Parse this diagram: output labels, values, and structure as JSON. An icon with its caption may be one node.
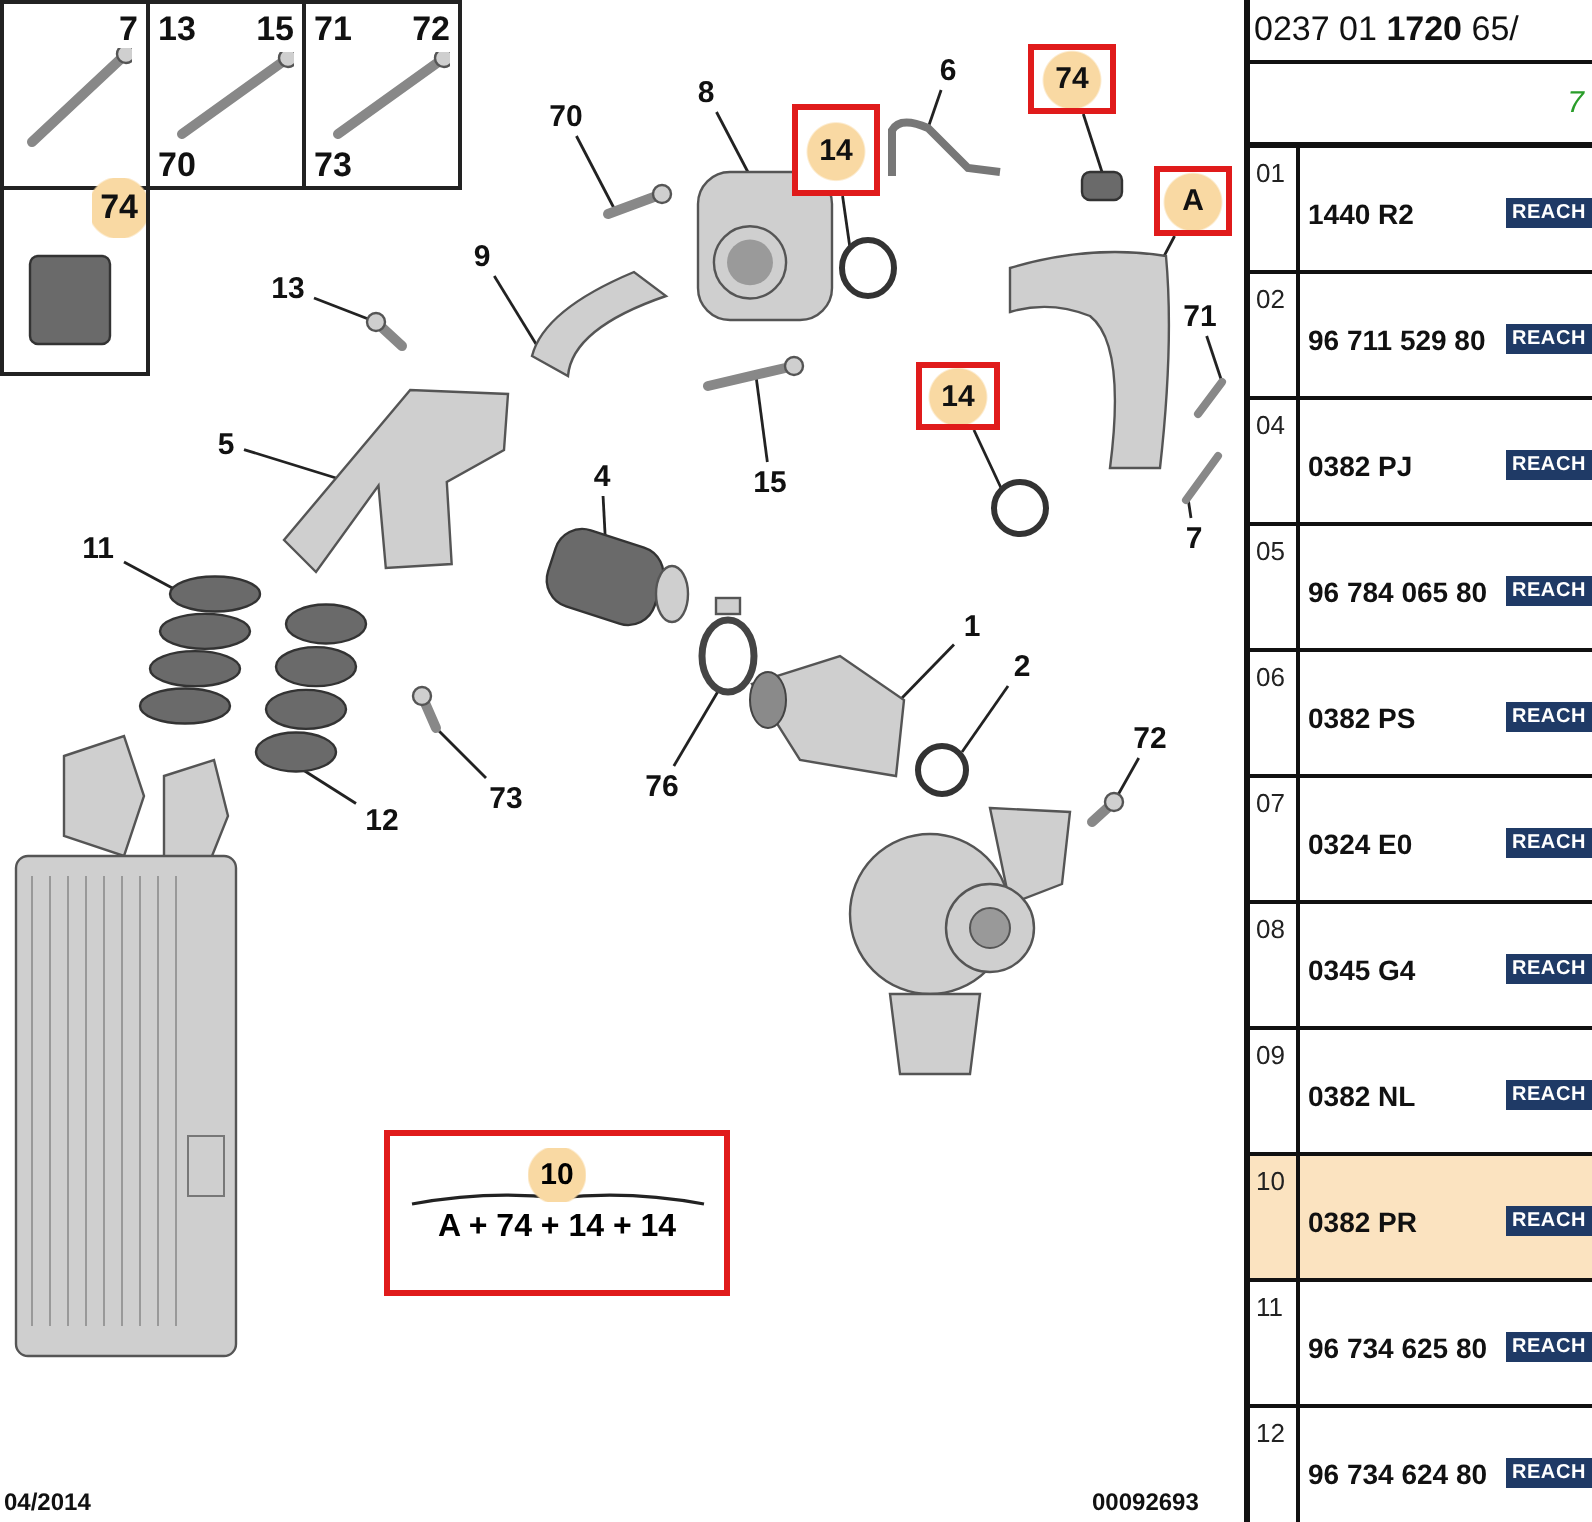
{
  "diagram": {
    "nodes": [
      {
        "text": [
          "7"
        ]
      },
      {
        "text": [
          "13",
          "15",
          "70"
        ]
      },
      {
        "text": [
          "71",
          "72",
          "73"
        ]
      },
      {
        "text": [
          "74"
        ]
      },
      {
        "text": [
          "70"
        ]
      },
      {
        "text": [],
        "shape": "picture"
      },
      {
        "text": [
          "8"
        ]
      },
      {
        "text": [],
        "shape": "picture"
      },
      {
        "text": [
          "14"
        ]
      },
      {
        "text": [],
        "shape": "circle"
      },
      {
        "text": [
          "6"
        ]
      },
      {
        "text": [],
        "shape": "picture"
      },
      {
        "text": [
          "74"
        ]
      },
      {
        "text": [],
        "shape": "box"
      },
      {
        "text": [
          "A"
        ]
      },
      {
        "text": [],
        "shape": "picture"
      },
      {
        "text": [
          "9"
        ]
      },
      {
        "text": [],
        "shape": "picture"
      },
      {
        "text": [
          "13"
        ]
      },
      {
        "text": [],
        "shape": "picture"
      },
      {
        "text": [
          "71"
        ]
      },
      {
        "text": [],
        "shape": "picture"
      },
      {
        "text": [
          "15"
        ]
      },
      {
        "text": [],
        "shape": "picture"
      },
      {
        "text": [
          "14"
        ]
      },
      {
        "text": [],
        "shape": "circle"
      },
      {
        "text": [
          "7"
        ]
      },
      {
        "text": [],
        "shape": "picture"
      },
      {
        "text": [
          "5"
        ]
      },
      {
        "text": [],
        "shape": "picture"
      },
      {
        "text": [
          "4"
        ]
      },
      {
        "text": [],
        "shape": "cylinder"
      },
      {
        "text": [
          "11"
        ]
      },
      {
        "text": [],
        "shape": "picture"
      },
      {
        "text": [
          "1"
        ]
      },
      {
        "text": [],
        "shape": "picture"
      },
      {
        "text": [
          "2"
        ]
      },
      {
        "text": [],
        "shape": "circle"
      },
      {
        "text": [
          "72"
        ]
      },
      {
        "text": [],
        "shape": "picture"
      },
      {
        "text": [
          "12"
        ]
      },
      {
        "text": [],
        "shape": "picture"
      },
      {
        "text": [
          "73"
        ]
      },
      {
        "text": [],
        "shape": "picture"
      },
      {
        "text": [
          "76"
        ]
      },
      {
        "text": [],
        "shape": "circle"
      },
      {
        "text": [
          "10",
          "A + 74 + 14 + 14"
        ]
      }
    ],
    "edges": [
      {
        "from": 4,
        "to": 5,
        "arrow": "none"
      },
      {
        "from": 6,
        "to": 7,
        "arrow": "none"
      },
      {
        "from": 8,
        "to": 9,
        "arrow": "none"
      },
      {
        "from": 10,
        "to": 11,
        "arrow": "none"
      },
      {
        "from": 12,
        "to": 13,
        "arrow": "none"
      },
      {
        "from": 14,
        "to": 15,
        "arrow": "none"
      },
      {
        "from": 16,
        "to": 17,
        "arrow": "none"
      },
      {
        "from": 18,
        "to": 19,
        "arrow": "none"
      },
      {
        "from": 20,
        "to": 21,
        "arrow": "none"
      },
      {
        "from": 22,
        "to": 23,
        "arrow": "none"
      },
      {
        "from": 24,
        "to": 25,
        "arrow": "none"
      },
      {
        "from": 26,
        "to": 27,
        "arrow": "none"
      },
      {
        "from": 28,
        "to": 29,
        "arrow": "none"
      },
      {
        "from": 30,
        "to": 31,
        "arrow": "none"
      },
      {
        "from": 32,
        "to": 33,
        "arrow": "none"
      },
      {
        "from": 34,
        "to": 35,
        "arrow": "none"
      },
      {
        "from": 36,
        "to": 37,
        "arrow": "none"
      },
      {
        "from": 38,
        "to": 39,
        "arrow": "none"
      },
      {
        "from": 40,
        "to": 41,
        "arrow": "none"
      },
      {
        "from": 42,
        "to": 43,
        "arrow": "none"
      },
      {
        "from": 44,
        "to": 45,
        "arrow": "none"
      }
    ],
    "labels": [
      "0237 01 **1720** 65/",
      "7",
      "01",
      "1440 R2",
      "REACH",
      "02",
      "96 711 529 80",
      "REACH",
      "04",
      "0382 PJ",
      "REACH",
      "05",
      "96 784 065 80",
      "REACH",
      "06",
      "0382 PS",
      "REACH",
      "07",
      "0324 E0",
      "REACH",
      "08",
      "0345 G4",
      "REACH",
      "09",
      "0382 NL",
      "REACH",
      "10",
      "0382 PR",
      "REACH",
      "11",
      "96 734 625 80",
      "REACH",
      "12",
      "96 734 624 80",
      "REACH",
      "04/2014",
      "00092693"
    ]
  }
}
